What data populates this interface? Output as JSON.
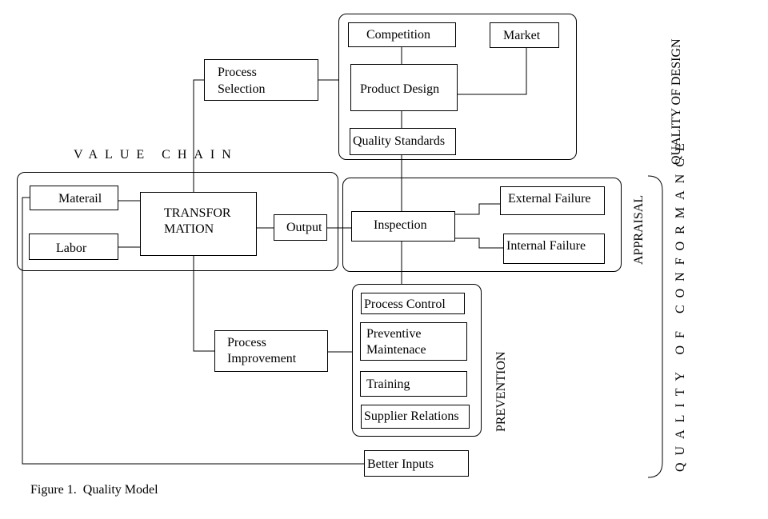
{
  "diagram": {
    "value_chain_label": "VALUE CHAIN",
    "caption": "Figure 1.  Quality Model",
    "nodes": {
      "competition": "Competition",
      "market": "Market",
      "process_selection": "Process\nSelection",
      "product_design": "Product Design",
      "quality_standards": "Quality Standards",
      "material": "Materail",
      "labor": "Labor",
      "transformation": "TRANSFOR\nMATION",
      "output": "Output",
      "inspection": "Inspection",
      "external_failure": "External Failure",
      "internal_failure": "Internal Failure",
      "process_control": "Process Control",
      "preventive_maintenance": "Preventive\nMaintenace",
      "training": "Training",
      "supplier_relations": "Supplier Relations",
      "process_improvement": "Process\nImprovement",
      "better_inputs": "Better Inputs"
    },
    "side_labels": {
      "quality_of_design": "QUALITY OF DESIGN",
      "appraisal": "APPRAISAL",
      "prevention": "PREVENTION",
      "quality_of_conformance": "QUALITY OF CONFORMANCE"
    }
  }
}
